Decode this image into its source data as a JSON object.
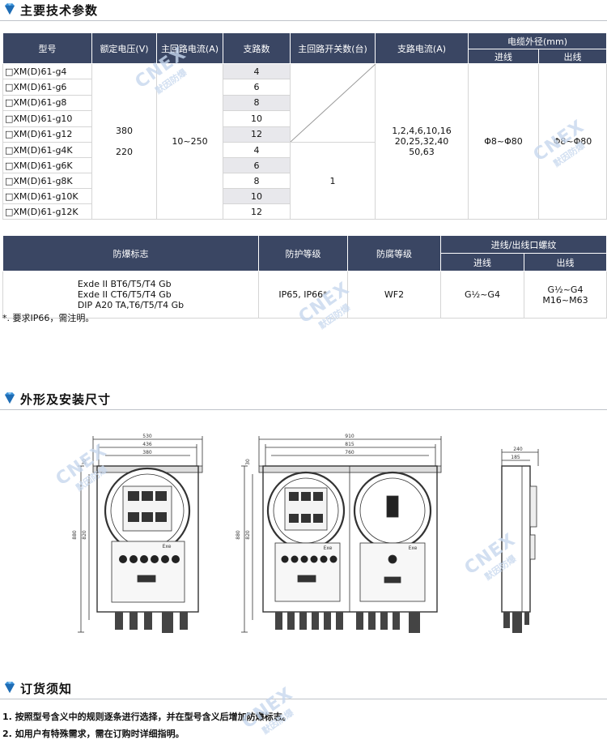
{
  "sections": {
    "params_title": "主要技术参数",
    "shape_title": "外形及安装尺寸",
    "order_title": "订货须知"
  },
  "table1": {
    "headers": {
      "model": "型号",
      "voltage": "额定电压(V)",
      "main_current": "主回路电流(A)",
      "branches": "支路数",
      "main_switch": "主回路开关数(台)",
      "branch_current": "支路电流(A)",
      "cable_od": "电缆外径(mm)",
      "inlet": "进线",
      "outlet": "出线"
    },
    "models": [
      "□XM(D)61-g4",
      "□XM(D)61-g6",
      "□XM(D)61-g8",
      "□XM(D)61-g10",
      "□XM(D)61-g12",
      "□XM(D)61-g4K",
      "□XM(D)61-g6K",
      "□XM(D)61-g8K",
      "□XM(D)61-g10K",
      "□XM(D)61-g12K"
    ],
    "branch_counts": [
      "4",
      "6",
      "8",
      "10",
      "12",
      "4",
      "6",
      "8",
      "10",
      "12"
    ],
    "voltage_1": "380",
    "voltage_2": "220",
    "main_current": "10~250",
    "main_switch": "1",
    "branch_current_1": "1,2,4,6,10,16",
    "branch_current_2": "20,25,32,40",
    "branch_current_3": "50,63",
    "inlet_od": "Φ8~Φ80",
    "outlet_od": "Φ8~Φ80"
  },
  "table2": {
    "headers": {
      "marking": "防爆标志",
      "protection": "防护等级",
      "anticorrosion": "防腐等级",
      "thread": "进线/出线口螺纹",
      "inlet": "进线",
      "outlet": "出线"
    },
    "marking_1": "Exde II BT6/T5/T4 Gb",
    "marking_2": "Exde II CT6/T5/T4 Gb",
    "marking_3": "DIP A20 TA,T6/T5/T4 Gb",
    "protection": "IP65, IP66*",
    "anticorrosion": "WF2",
    "inlet_thread": "G½~G4",
    "outlet_thread_1": "G½~G4",
    "outlet_thread_2": "M16~M63"
  },
  "note": "*. 要求IP66，需注明。",
  "drawing": {
    "d530": "530",
    "d436": "436",
    "d380": "380",
    "d910": "910",
    "d815": "815",
    "d760": "760",
    "d240": "240",
    "d185": "185",
    "d880": "880",
    "d820": "820",
    "d30": "30",
    "exe": "Exe"
  },
  "order": {
    "line1": "1. 按照型号含义中的规则逐条进行选择，并在型号含义后增加防爆标志。",
    "line2": "2. 如用户有特殊需求，需在订购时详细指明。"
  },
  "watermark": {
    "brand": "CNEX",
    "cn": "默因防爆"
  },
  "colors": {
    "header_bg": "#3a4663",
    "accent_gem": "#3a8fd6"
  }
}
